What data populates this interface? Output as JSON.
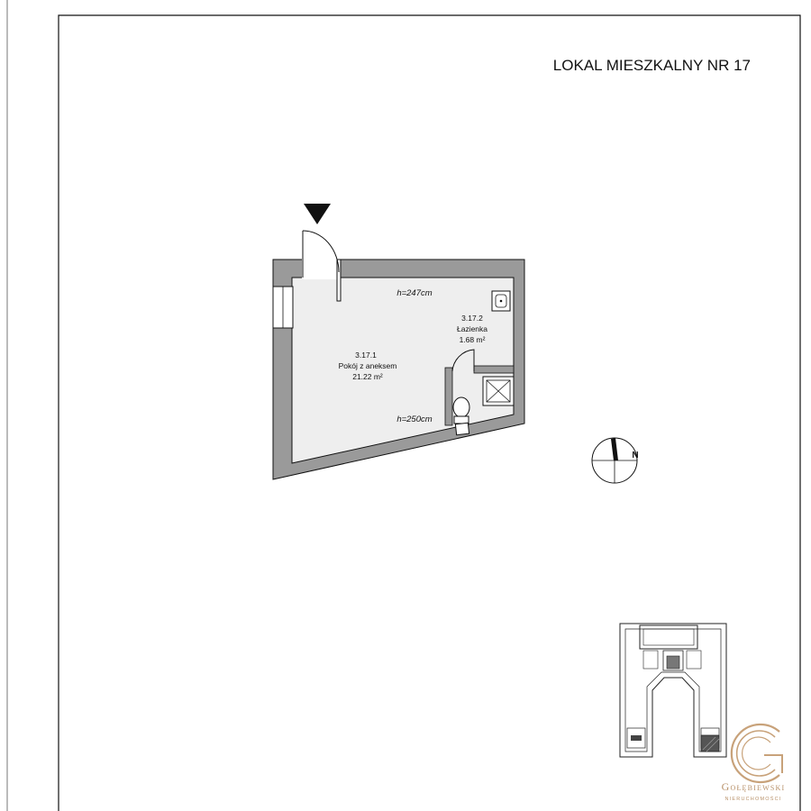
{
  "sheet": {
    "title": "LOKAL MIESZKALNY NR 17"
  },
  "rooms": [
    {
      "number": "3.17.1",
      "name": "Pokój z aneksem",
      "area": "21.22 m²"
    },
    {
      "number": "3.17.2",
      "name": "Łazienka",
      "area": "1.68 m²"
    }
  ],
  "heights": {
    "top": "h=247cm",
    "bottom": "h=250cm"
  },
  "compass": {
    "label": "N"
  },
  "logo": {
    "name": "Gołębiewski",
    "tagline": "NIERUCHOMOŚCI"
  },
  "colors": {
    "wall": "#9a9a9a",
    "floor": "#eeeeee",
    "line": "#111111",
    "logo_gold": "#c8a27a"
  }
}
